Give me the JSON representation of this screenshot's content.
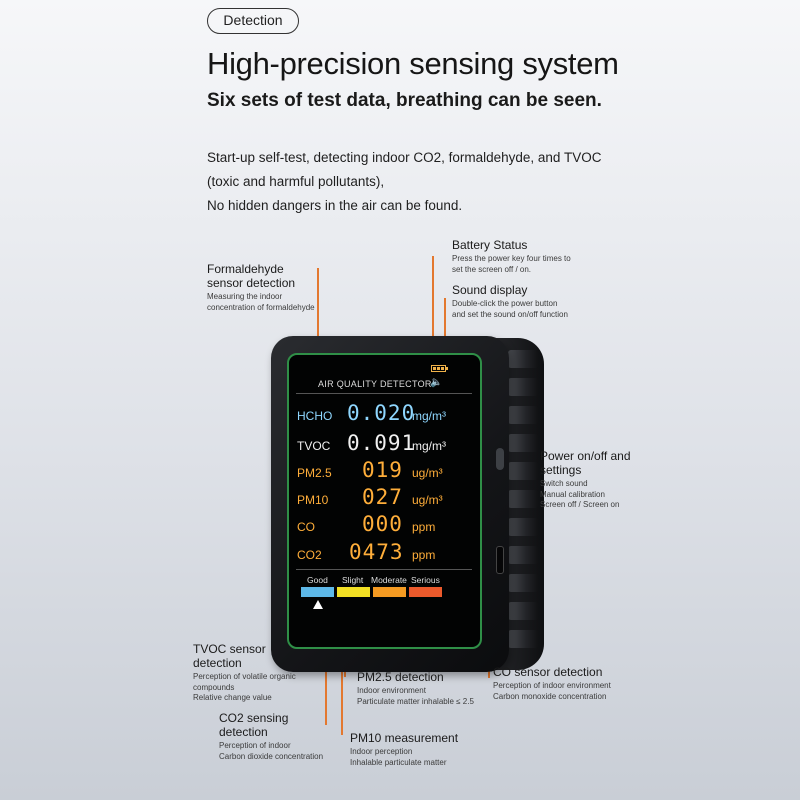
{
  "header": {
    "badge": "Detection",
    "title": "High-precision sensing system",
    "subtitle": "Six sets of test data, breathing can be seen.",
    "intro": [
      "Start-up self-test, detecting indoor CO2, formaldehyde, and TVOC",
      "(toxic and harmful pollutants),",
      "No hidden dangers in the air can be found."
    ]
  },
  "callouts": {
    "formaldehyde": {
      "title": [
        "Formaldehyde",
        "sensor detection"
      ],
      "desc": [
        "Measuring the indoor",
        "concentration of formaldehyde"
      ]
    },
    "battery": {
      "title": [
        "Battery Status"
      ],
      "desc": [
        "Press the power key four times to",
        "set the screen off / on."
      ]
    },
    "sound": {
      "title": [
        "Sound display"
      ],
      "desc": [
        "Double-click the power button",
        "and set the sound on/off function"
      ]
    },
    "power": {
      "title": [
        "Power on/off and",
        "settings"
      ],
      "desc": [
        "Switch sound",
        "Manual calibration",
        "Screen off / Screen on"
      ]
    },
    "tvoc": {
      "title": [
        "TVOC sensor",
        "detection"
      ],
      "desc": [
        "Perception of volatile organic",
        "compounds",
        "Relative change value"
      ]
    },
    "co2": {
      "title": [
        "CO2 sensing",
        "detection"
      ],
      "desc": [
        "Perception of indoor",
        "Carbon dioxide concentration"
      ]
    },
    "pm25": {
      "title": [
        "PM2.5 detection"
      ],
      "desc": [
        "Indoor environment",
        "Particulate matter inhalable ≤ 2.5"
      ]
    },
    "pm10": {
      "title": [
        "PM10 measurement"
      ],
      "desc": [
        "Indoor perception",
        "Inhalable particulate matter"
      ]
    },
    "co": {
      "title": [
        "CO sensor detection"
      ],
      "desc": [
        "Perception of indoor environment",
        "Carbon monoxide concentration"
      ]
    }
  },
  "screen": {
    "title": "AIR QUALITY DETECTOR",
    "speaker_icon": "speaker-icon",
    "battery_icon": "battery-icon",
    "rows": [
      {
        "label": "HCHO",
        "value": "0.020",
        "unit": "mg/m³",
        "color": "#8fd7ff"
      },
      {
        "label": "TVOC",
        "value": "0.091",
        "unit": "mg/m³",
        "color": "#f1f1f1"
      },
      {
        "label": "PM2.5",
        "value": "019",
        "unit": "ug/m³",
        "color": "#ffae3a"
      },
      {
        "label": "PM10",
        "value": "027",
        "unit": "ug/m³",
        "color": "#ffae3a"
      },
      {
        "label": "CO",
        "value": "000",
        "unit": "ppm",
        "color": "#ffae3a"
      },
      {
        "label": "CO2",
        "value": "0473",
        "unit": "ppm",
        "color": "#ffae3a"
      }
    ],
    "levels": [
      {
        "label": "Good",
        "color": "#5db8e8"
      },
      {
        "label": "Slight",
        "color": "#f2e024"
      },
      {
        "label": "Moderate",
        "color": "#f59b22"
      },
      {
        "label": "Serious",
        "color": "#ec5a2c"
      }
    ],
    "current_level": "Good"
  },
  "colors": {
    "accent_line": "#e3782f",
    "screen_frame": "#2f8f47"
  }
}
